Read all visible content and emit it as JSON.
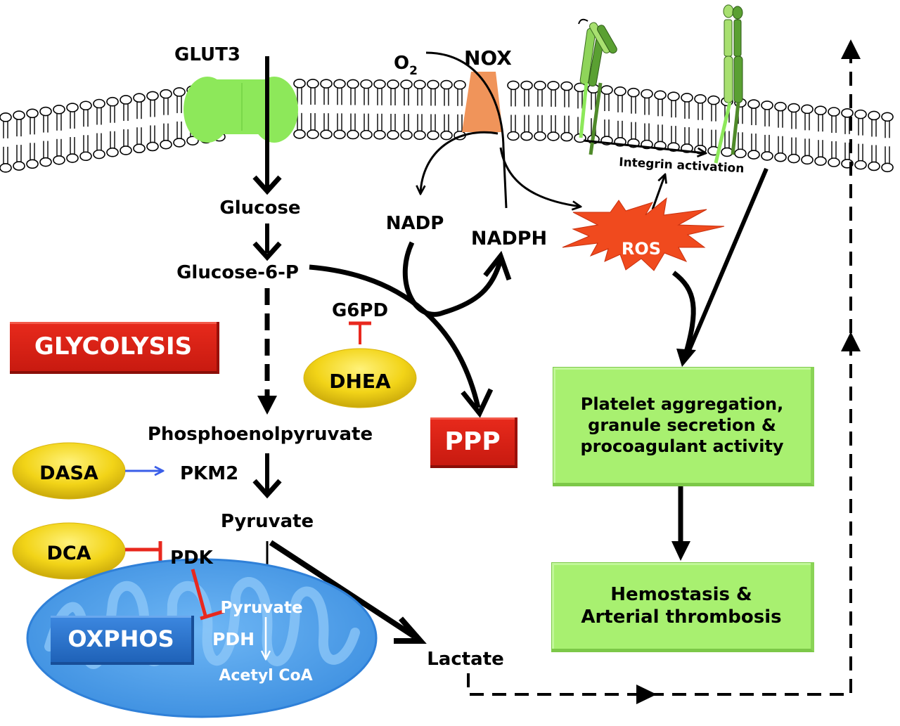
{
  "membrane": {
    "transporter": "GLUT3",
    "oxygen": "O",
    "oxygen_subscript": "2",
    "enzyme": "NOX",
    "integrin_activation": "Integrin activation"
  },
  "glycolysis": {
    "title": "GLYCOLYSIS",
    "steps": [
      "Glucose",
      "Glucose-6-P",
      "Phosphoenolpyruvate",
      "PKM2",
      "Pyruvate",
      "Lactate"
    ],
    "pdk": "PDK"
  },
  "ppp": {
    "enzyme": "G6PD",
    "label": "PPP",
    "nadp": "NADP",
    "nadph": "NADPH",
    "ros": "ROS"
  },
  "drugs": {
    "dhea": "DHEA",
    "dasa": "DASA",
    "dca": "DCA"
  },
  "mitochondrion": {
    "label": "OXPHOS",
    "pyruvate": "Pyruvate",
    "pdh": "PDH",
    "acetyl_coa": "Acetyl CoA"
  },
  "outcomes": {
    "platelet": [
      "Platelet aggregation,",
      "granule secretion &",
      "procoagulant activity"
    ],
    "hemostasis": [
      "Hemostasis &",
      "Arterial thrombosis"
    ]
  },
  "colors": {
    "inhibition": "#e8281e",
    "activation": "#3a5ee8",
    "drug_fill": "#f2d418",
    "transporter": "#8de85a",
    "nox": "#f0945a",
    "ros": "#f04a1e",
    "mito": "#4ea0ee",
    "outcome_box": "#a8f070",
    "label_box": "#d8241a"
  }
}
